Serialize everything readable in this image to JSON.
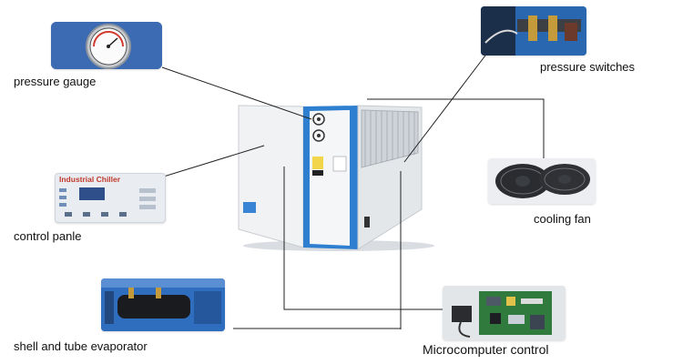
{
  "components": {
    "pressure_gauge": {
      "label": "pressure gauge"
    },
    "pressure_switches": {
      "label": "pressure switches"
    },
    "control_panel": {
      "label": "control panle",
      "screen_text": "Industrial Chiller"
    },
    "cooling_fan": {
      "label": "cooling fan"
    },
    "evaporator": {
      "label": "shell and tube evaporator"
    },
    "microcomputer": {
      "label": "Microcomputer control"
    }
  },
  "colors": {
    "chiller_blue": "#2f7fd1",
    "chiller_body": "#e9ecef",
    "panel_red": "#c0392b",
    "leader_line": "#222222"
  }
}
